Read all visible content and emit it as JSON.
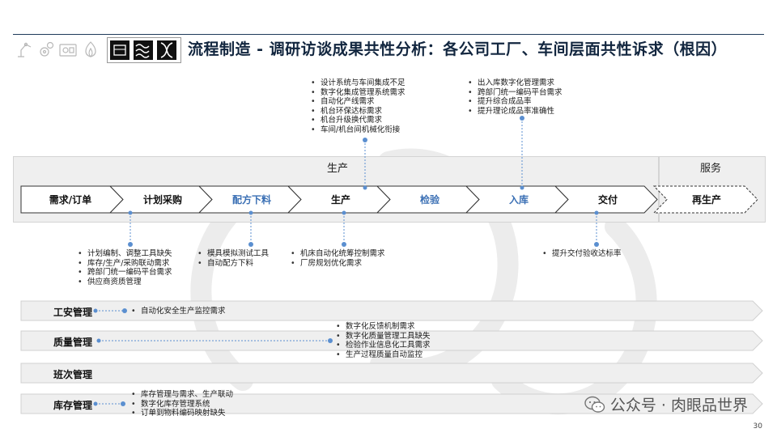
{
  "title": "流程制造 - 调研访谈成果共性分析：各公司工厂、车间层面共性诉求（根因）",
  "icons": [
    "robot-arm-icon",
    "gears-icon",
    "machine-icon",
    "flame-icon",
    "chemical-icon",
    "fabric-icon",
    "dna-icon"
  ],
  "bands": {
    "production": "生产",
    "service": "服务"
  },
  "stages": [
    {
      "label": "需求/订单",
      "highlight": false
    },
    {
      "label": "计划采购",
      "highlight": false
    },
    {
      "label": "配方下料",
      "highlight": true
    },
    {
      "label": "生产",
      "highlight": false
    },
    {
      "label": "检验",
      "highlight": true
    },
    {
      "label": "入库",
      "highlight": true
    },
    {
      "label": "交付",
      "highlight": false
    },
    {
      "label": "再生产",
      "highlight": false
    }
  ],
  "callouts_top": [
    {
      "items": [
        "设计系统与车间集成不足",
        "数字化集成管理系统需求",
        "自动化产线需求",
        "机台环保达标需求",
        "机台升级换代需求",
        "车间/机台间机械化衔接"
      ]
    },
    {
      "items": [
        "出入库数字化管理需求",
        "跨部门统一编码平台需求",
        "提升综合成品率",
        "提升理论成品率准确性"
      ]
    }
  ],
  "callouts_bottom": [
    {
      "items": [
        "计划编制、调整工具缺失",
        "库存/生产/采购联动需求",
        "跨部门统一编码平台需求",
        "供应商资质管理"
      ]
    },
    {
      "items": [
        "模具模拟测试工具",
        "自动配方下料"
      ]
    },
    {
      "items": [
        "机床自动化统筹控制需求",
        "厂房规划优化需求"
      ]
    },
    {
      "items": [
        "提升交付验收达标率"
      ]
    }
  ],
  "rows": [
    {
      "label": "工安管理",
      "items": [
        "自动化安全生产监控需求"
      ]
    },
    {
      "label": "质量管理",
      "items": [
        "数字化反馈机制需求",
        "数字化质量管理工具缺失",
        "检验作业信息化工具需求",
        "生产过程质量自动监控"
      ]
    },
    {
      "label": "班次管理",
      "items": []
    },
    {
      "label": "库存管理",
      "items": [
        "库存管理与需求、生产联动",
        "数字化库存管理系统",
        "订单到物料编码映射缺失"
      ]
    }
  ],
  "watermark": "公众号 · 肉眼品世界",
  "page_number": "30",
  "colors": {
    "title": "#12263f",
    "accent_blue": "#3a6fb4",
    "connector": "#5b8fd0",
    "band": "#efefef"
  }
}
